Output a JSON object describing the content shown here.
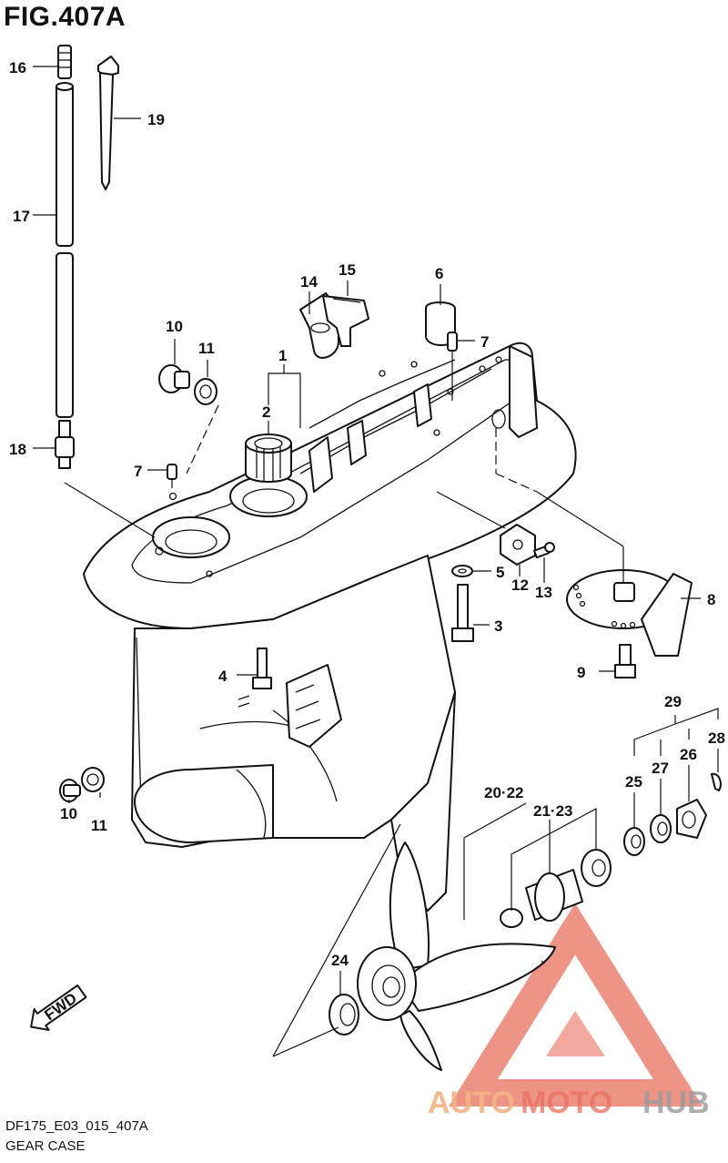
{
  "figure": {
    "title": "FIG.407A",
    "code": "DF175_E03_015_407A",
    "name": "GEAR CASE"
  },
  "callouts": {
    "c1": "1",
    "c2": "2",
    "c3": "3",
    "c4": "4",
    "c5": "5",
    "c6": "6",
    "c7a": "7",
    "c7b": "7",
    "c8": "8",
    "c9": "9",
    "c10a": "10",
    "c10b": "10",
    "c11a": "11",
    "c11b": "11",
    "c12": "12",
    "c13": "13",
    "c14": "14",
    "c15": "15",
    "c16": "16",
    "c17": "17",
    "c18": "18",
    "c19": "19",
    "c20_22": "20·22",
    "c21_23": "21·23",
    "c24": "24",
    "c25": "25",
    "c26": "26",
    "c27": "27",
    "c28": "28",
    "c29": "29"
  },
  "badge": {
    "fwd": "FWD"
  },
  "watermark": {
    "part1": "AUTO",
    "part2": "MOTO",
    "part3": "HUB"
  },
  "colors": {
    "watermark_orange": "#f4b183",
    "watermark_red": "#e8705f",
    "watermark_gray": "#9a9a9a",
    "line": "#111111"
  }
}
